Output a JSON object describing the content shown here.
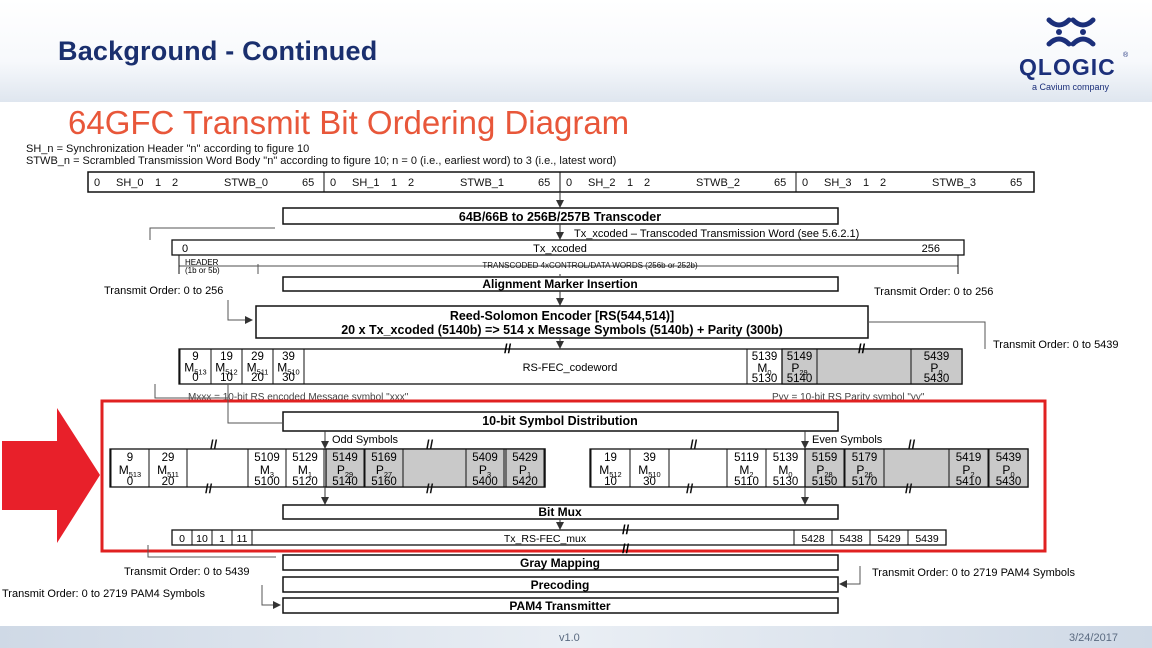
{
  "slide": {
    "title": "Background - Continued",
    "version": "v1.0",
    "date": "3/24/2017"
  },
  "logo": {
    "wordmark": "QLOGIC",
    "registered": "®",
    "tagline": "a Cavium company",
    "icon": "qlogic-mark-icon"
  },
  "diagram": {
    "title": "64GFC Transmit Bit Ordering Diagram",
    "legend_sh": "SH_n = Synchronization Header \"n\" according to figure 10",
    "legend_stwb": "STWB_n = Scrambled Transmission Word Body \"n\" according to figure 10; n = 0 (i.e., earliest word) to 3 (i.e., latest word)",
    "top_row": [
      "0",
      "SH_0",
      "1",
      "2",
      "STWB_0",
      "65",
      "0",
      "SH_1",
      "1",
      "2",
      "STWB_1",
      "65",
      "0",
      "SH_2",
      "1",
      "2",
      "STWB_2",
      "65",
      "0",
      "SH_3",
      "1",
      "2",
      "STWB_3",
      "65"
    ],
    "transcoder_label": "64B/66B to 256B/257B Transcoder",
    "tx_xcoded_desc": "Tx_xcoded – Transcoded Transmission Word (see 5.6.2.1)",
    "xcoded_row": {
      "start": "0",
      "label": "Tx_xcoded",
      "end": "256",
      "header_line1": "HEADER",
      "header_line2": "(1b or 5b)",
      "words": "TRANSCODED 4xCONTROL/DATA WORDS (256b or 252b)"
    },
    "transmit_order_left_1": "Transmit Order: 0 to 256",
    "transmit_order_right_1": "Transmit Order: 0 to 256",
    "alignment_label": "Alignment Marker Insertion",
    "rs_line1": "Reed-Solomon Encoder [RS(544,514)]",
    "rs_line2": "20 x Tx_xcoded (5140b) => 514 x Message Symbols (5140b) + Parity (300b)",
    "transmit_order_codeword": "Transmit Order: 0 to 5439",
    "codeword_label": "RS-FEC_codeword",
    "codeword_cells_left": [
      {
        "top": "9",
        "mid": "M513",
        "bot": "0"
      },
      {
        "top": "19",
        "mid": "M512",
        "bot": "10"
      },
      {
        "top": "29",
        "mid": "M511",
        "bot": "20"
      },
      {
        "top": "39",
        "mid": "M510",
        "bot": "30"
      }
    ],
    "codeword_cells_right": [
      {
        "top": "5139",
        "mid": "M0",
        "bot": "5130"
      },
      {
        "top": "5149",
        "mid": "P29",
        "bot": "5140"
      },
      {
        "top": "5439",
        "mid": "P0",
        "bot": "5430"
      }
    ],
    "msg_symbol_note": "Mxxx = 10-bit RS encoded Message symbol \"xxx\"",
    "parity_symbol_note": "Pyy = 10-bit RS Parity symbol \"yy\"",
    "distribution_label": "10-bit Symbol Distribution",
    "odd_symbols": "Odd Symbols",
    "even_symbols": "Even Symbols",
    "odd_cells": [
      {
        "top": "9",
        "mid": "M513",
        "bot": "0"
      },
      {
        "top": "29",
        "mid": "M511",
        "bot": "20"
      },
      {
        "top": "5109",
        "mid": "M3",
        "bot": "5100"
      },
      {
        "top": "5129",
        "mid": "M1",
        "bot": "5120"
      },
      {
        "top": "5149",
        "mid": "P29",
        "bot": "5140"
      },
      {
        "top": "5169",
        "mid": "P27",
        "bot": "5160"
      },
      {
        "top": "5409",
        "mid": "P3",
        "bot": "5400"
      },
      {
        "top": "5429",
        "mid": "P1",
        "bot": "5420"
      }
    ],
    "even_cells": [
      {
        "top": "19",
        "mid": "M512",
        "bot": "10"
      },
      {
        "top": "39",
        "mid": "M510",
        "bot": "30"
      },
      {
        "top": "5119",
        "mid": "M2",
        "bot": "5110"
      },
      {
        "top": "5139",
        "mid": "M0",
        "bot": "5130"
      },
      {
        "top": "5159",
        "mid": "P28",
        "bot": "5150"
      },
      {
        "top": "5179",
        "mid": "P26",
        "bot": "5170"
      },
      {
        "top": "5419",
        "mid": "P2",
        "bot": "5410"
      },
      {
        "top": "5439",
        "mid": "P0",
        "bot": "5430"
      }
    ],
    "bitmux_label": "Bit Mux",
    "mux_row": {
      "cells_left": [
        "0",
        "10",
        "1",
        "11"
      ],
      "label": "Tx_RS-FEC_mux",
      "cells_right": [
        "5428",
        "5438",
        "5429",
        "5439"
      ]
    },
    "gray_label": "Gray Mapping",
    "precoding_label": "Precoding",
    "pam4_label": "PAM4 Transmitter",
    "transmit_order_mux": "Transmit Order: 0 to 5439",
    "transmit_order_pam4_left": "Transmit Order: 0 to 2719 PAM4 Symbols",
    "transmit_order_pam4_right": "Transmit Order: 0 to 2719 PAM4 Symbols",
    "break_mark": "//"
  },
  "colors": {
    "title_red": "#e8573a",
    "highlight_red": "#e02121",
    "header_navy": "#1a2f6e",
    "shade_gray": "#c9c9c9"
  }
}
